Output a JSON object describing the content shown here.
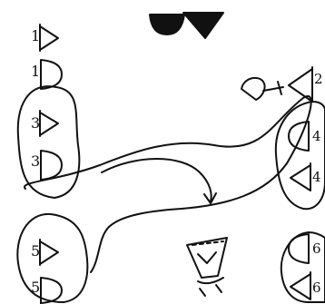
{
  "labels": {
    "left_1a": "1",
    "left_1b": "1",
    "left_3a": "3",
    "left_3b": "3",
    "left_5a": "5",
    "left_5b": "5",
    "right_2": "2",
    "right_4a": "4",
    "right_4b": "4",
    "right_6a": "6",
    "right_6b": "6"
  },
  "colors": {
    "ink": "#111111",
    "paper": "#ffffff"
  }
}
